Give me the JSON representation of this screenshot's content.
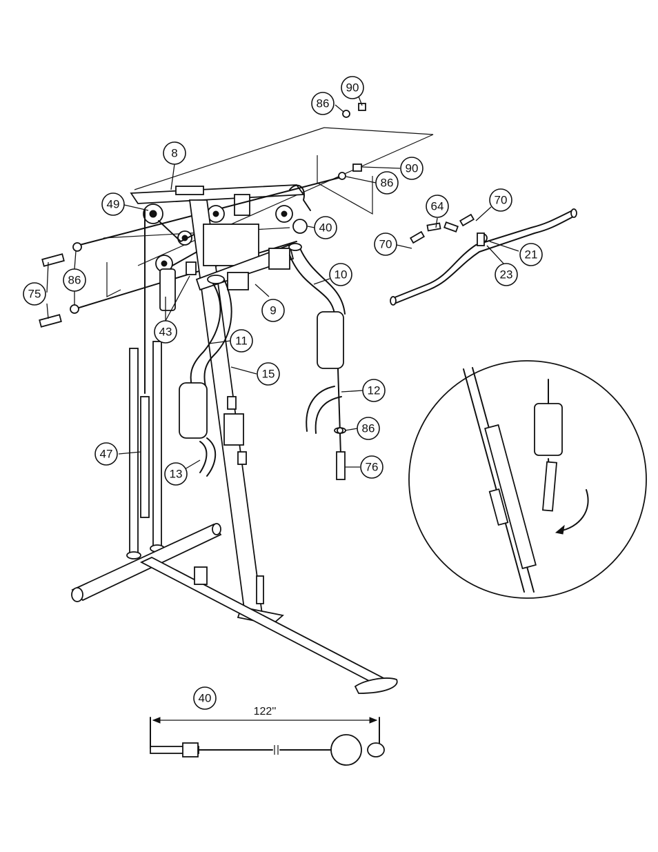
{
  "callouts": [
    {
      "id": "c90a",
      "label": "90"
    },
    {
      "id": "c86a",
      "label": "86"
    },
    {
      "id": "c90b",
      "label": "90"
    },
    {
      "id": "c86b",
      "label": "86"
    },
    {
      "id": "c8",
      "label": "8"
    },
    {
      "id": "c49",
      "label": "49"
    },
    {
      "id": "c40a",
      "label": "40"
    },
    {
      "id": "c64",
      "label": "64"
    },
    {
      "id": "c70a",
      "label": "70"
    },
    {
      "id": "c70b",
      "label": "70"
    },
    {
      "id": "c21",
      "label": "21"
    },
    {
      "id": "c23",
      "label": "23"
    },
    {
      "id": "c86c",
      "label": "86"
    },
    {
      "id": "c75",
      "label": "75"
    },
    {
      "id": "c43",
      "label": "43"
    },
    {
      "id": "c9",
      "label": "9"
    },
    {
      "id": "c10",
      "label": "10"
    },
    {
      "id": "c11",
      "label": "11"
    },
    {
      "id": "c15",
      "label": "15"
    },
    {
      "id": "c12",
      "label": "12"
    },
    {
      "id": "c86d",
      "label": "86"
    },
    {
      "id": "c76",
      "label": "76"
    },
    {
      "id": "c47",
      "label": "47"
    },
    {
      "id": "c13",
      "label": "13"
    },
    {
      "id": "c40b",
      "label": "40"
    }
  ],
  "dimension": {
    "label": "122''"
  }
}
